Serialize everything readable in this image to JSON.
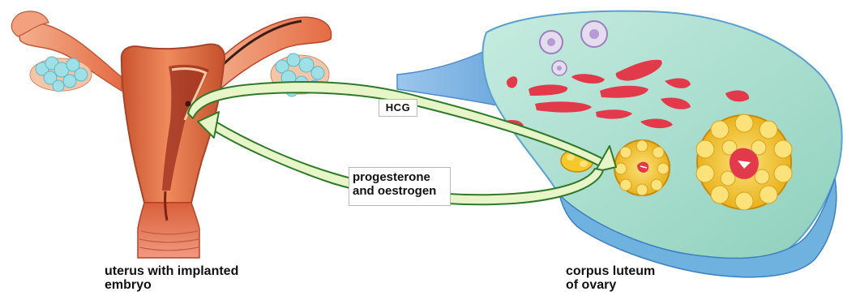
{
  "labels": {
    "uterus": [
      "uterus with implanted",
      "embryo"
    ],
    "ovary": [
      "corpus luteum",
      "of ovary"
    ],
    "hcg": "HCG",
    "hormones": [
      "progesterone",
      "and oestrogen"
    ]
  },
  "arrows": [
    {
      "from": "uterus",
      "to": "corpus-luteum",
      "hormone": "HCG"
    },
    {
      "from": "corpus-luteum",
      "to": "uterus",
      "hormone": "progesterone and oestrogen"
    }
  ],
  "colors": {
    "uterus": "#e8744a",
    "uterus_dark": "#b8432a",
    "ovary_tissue": "#a8dcc8",
    "ovary_edge": "#6aa8d6",
    "follicle_yellow": "#f5c82c",
    "arrow_fill": "#e8f5c8",
    "arrow_edge": "#2f7a2a",
    "red_cells": "#e23a4a"
  }
}
